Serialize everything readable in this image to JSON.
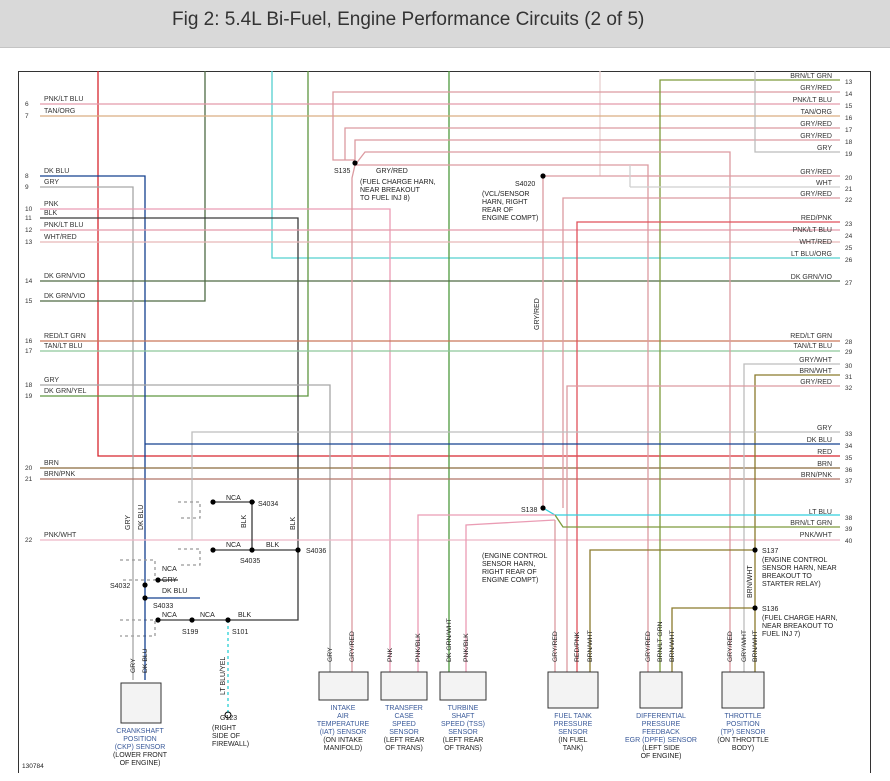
{
  "header": {
    "title": "Fig 2: 5.4L Bi-Fuel, Engine Performance Circuits (2 of 5)"
  },
  "figure_id": "130784",
  "colors": {
    "header_bg": "#d9d9d9",
    "component_fill": "#f3f3f3",
    "label_blue": "#3a5a9a"
  },
  "left_wires": [
    {
      "pin": "6",
      "label": "PNK/LT BLU"
    },
    {
      "pin": "7",
      "label": "TAN/ORG"
    },
    {
      "pin": "8",
      "label": "DK BLU"
    },
    {
      "pin": "9",
      "label": "GRY"
    },
    {
      "pin": "10",
      "label": "PNK"
    },
    {
      "pin": "11",
      "label": "BLK"
    },
    {
      "pin": "12",
      "label": "PNK/LT BLU"
    },
    {
      "pin": "13",
      "label": "WHT/RED"
    },
    {
      "pin": "14",
      "label": "DK GRN/VIO"
    },
    {
      "pin": "15",
      "label": "DK GRN/VIO"
    },
    {
      "pin": "16",
      "label": "RED/LT GRN"
    },
    {
      "pin": "17",
      "label": "TAN/LT BLU"
    },
    {
      "pin": "18",
      "label": "GRY"
    },
    {
      "pin": "19",
      "label": "DK GRN/YEL"
    },
    {
      "pin": "20",
      "label": "BRN"
    },
    {
      "pin": "21",
      "label": "BRN/PNK"
    },
    {
      "pin": "22",
      "label": "PNK/WHT"
    }
  ],
  "right_wires": [
    {
      "pin": "13",
      "label": "BRN/LT GRN"
    },
    {
      "pin": "14",
      "label": "GRY/RED"
    },
    {
      "pin": "15",
      "label": "PNK/LT BLU"
    },
    {
      "pin": "16",
      "label": "TAN/ORG"
    },
    {
      "pin": "17",
      "label": "GRY/RED"
    },
    {
      "pin": "18",
      "label": "GRY/RED"
    },
    {
      "pin": "19",
      "label": "GRY"
    },
    {
      "pin": "20",
      "label": "GRY/RED"
    },
    {
      "pin": "21",
      "label": "WHT"
    },
    {
      "pin": "22",
      "label": "GRY/RED"
    },
    {
      "pin": "23",
      "label": "RED/PNK"
    },
    {
      "pin": "24",
      "label": "PNK/LT BLU"
    },
    {
      "pin": "25",
      "label": "WHT/RED"
    },
    {
      "pin": "26",
      "label": "LT BLU/ORG"
    },
    {
      "pin": "27",
      "label": "DK GRN/VIO"
    },
    {
      "pin": "28",
      "label": "RED/LT GRN"
    },
    {
      "pin": "29",
      "label": "TAN/LT BLU"
    },
    {
      "pin": "30",
      "label": "GRY/WHT"
    },
    {
      "pin": "31",
      "label": "BRN/WHT"
    },
    {
      "pin": "32",
      "label": "GRY/RED"
    },
    {
      "pin": "33",
      "label": "GRY"
    },
    {
      "pin": "34",
      "label": "DK BLU"
    },
    {
      "pin": "35",
      "label": "RED"
    },
    {
      "pin": "36",
      "label": "BRN"
    },
    {
      "pin": "37",
      "label": "BRN/PNK"
    },
    {
      "pin": "38",
      "label": "LT BLU"
    },
    {
      "pin": "39",
      "label": "BRN/LT GRN"
    },
    {
      "pin": "40",
      "label": "PNK/WHT"
    }
  ],
  "splices": {
    "s135": {
      "id": "S135",
      "wire": "GRY/RED",
      "note": [
        "(FUEL CHARGE HARN,",
        "NEAR BREAKOUT",
        "TO FUEL INJ 8)"
      ]
    },
    "s4020": {
      "id": "S4020",
      "note": [
        "(VCL/SENSOR",
        "HARN, RIGHT",
        "REAR OF",
        "ENGINE COMPT)"
      ]
    },
    "s138": {
      "id": "S138",
      "note": [
        "(ENGINE CONTROL",
        "SENSOR HARN,",
        "RIGHT REAR OF",
        "ENGINE COMPT)"
      ]
    },
    "s137": {
      "id": "S137",
      "note": [
        "(ENGINE CONTROL",
        "SENSOR HARN, NEAR",
        "BREAKOUT TO",
        "STARTER RELAY)"
      ]
    },
    "s136": {
      "id": "S136",
      "note": [
        "(FUEL CHARGE HARN,",
        "NEAR BREAKOUT TO",
        "FUEL INJ 7)"
      ]
    },
    "s4034": {
      "id": "S4034"
    },
    "s4035": {
      "id": "S4035"
    },
    "s4036": {
      "id": "S4036"
    },
    "s4032": {
      "id": "S4032"
    },
    "s4033": {
      "id": "S4033"
    },
    "s199": {
      "id": "S199"
    },
    "s101": {
      "id": "S101"
    }
  },
  "wire_labels": {
    "nca": "NCA",
    "blk": "BLK",
    "gry": "GRY",
    "dk_blu": "DK BLU",
    "gry_red": "GRY/RED",
    "lt_blu_yel": "LT BLU/YEL",
    "brn_wht": "BRN/WHT",
    "pnk": "PNK",
    "pnk_blk": "PNK/BLK",
    "dk_grn_wht": "DK GRN/WHT",
    "red_pnk": "RED/PNK",
    "brn_lt_grn": "BRN/LT GRN",
    "gry_wht": "GRY/WHT"
  },
  "ground": {
    "id": "G123",
    "note": [
      "(RIGHT",
      "SIDE OF",
      "FIREWALL)"
    ]
  },
  "components": [
    {
      "key": "ckp",
      "name": [
        "CRANKSHAFT",
        "POSITION",
        "(CKP) SENSOR"
      ],
      "loc": [
        "(LOWER FRONT",
        "OF ENGINE)"
      ],
      "pins": [
        "GRY",
        "DK BLU"
      ]
    },
    {
      "key": "iat",
      "name": [
        "INTAKE",
        "AIR",
        "TEMPERATURE",
        "(IAT) SENSOR"
      ],
      "loc": [
        "(ON INTAKE",
        "MANIFOLD)"
      ],
      "pins": [
        "GRY",
        "GRY/RED"
      ]
    },
    {
      "key": "tcss",
      "name": [
        "TRANSFER",
        "CASE",
        "SPEED",
        "SENSOR"
      ],
      "loc": [
        "(LEFT REAR",
        "OF TRANS)"
      ],
      "pins": [
        "PNK",
        "PNK/BLK"
      ]
    },
    {
      "key": "tss",
      "name": [
        "TURBINE",
        "SHAFT",
        "SPEED (TSS)",
        "SENSOR"
      ],
      "loc": [
        "(LEFT REAR",
        "OF TRANS)"
      ],
      "pins": [
        "DK GRN/WHT",
        "PNK/BLK"
      ]
    },
    {
      "key": "ftp",
      "name": [
        "FUEL TANK",
        "PRESSURE",
        "SENSOR"
      ],
      "loc": [
        "(IN FUEL",
        "TANK)"
      ],
      "pins": [
        "GRY/RED",
        "RED/PNK",
        "BRN/WHT"
      ]
    },
    {
      "key": "dpfe",
      "name": [
        "DIFFERENTIAL",
        "PRESSURE",
        "FEEDBACK",
        "EGR (DPFE) SENSOR"
      ],
      "loc": [
        "(LEFT SIDE",
        "OF ENGINE)"
      ],
      "pins": [
        "GRY/RED",
        "BRN/LT GRN",
        "BRN/WHT"
      ]
    },
    {
      "key": "tp",
      "name": [
        "THROTTLE",
        "POSITION",
        "(TP) SENSOR"
      ],
      "loc": [
        "(ON THROTTLE",
        "BODY)"
      ],
      "pins": [
        "GRY/RED",
        "GRY/WHT",
        "BRN/WHT"
      ]
    }
  ]
}
